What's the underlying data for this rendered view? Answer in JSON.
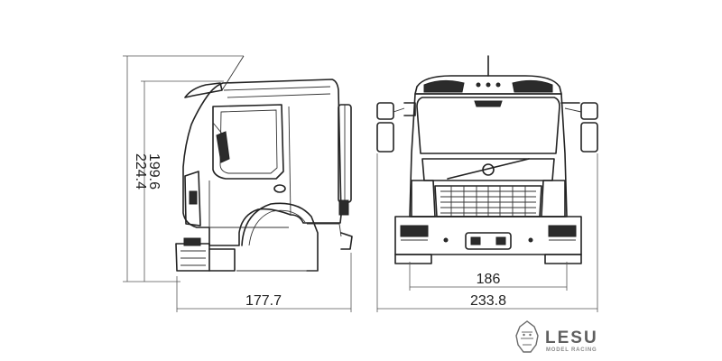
{
  "dimensions": {
    "side_height_cab": "199.6",
    "side_height_total": "224.4",
    "side_length": "177.7",
    "front_width_inner": "186",
    "front_width_total": "233.8"
  },
  "brand": {
    "name": "LESU",
    "tagline": "MODEL RACING"
  },
  "colors": {
    "line": "#222222",
    "dimension": "#555555",
    "logo": "#5f5f5f"
  },
  "icons": {
    "logo": "lion-head-icon"
  }
}
